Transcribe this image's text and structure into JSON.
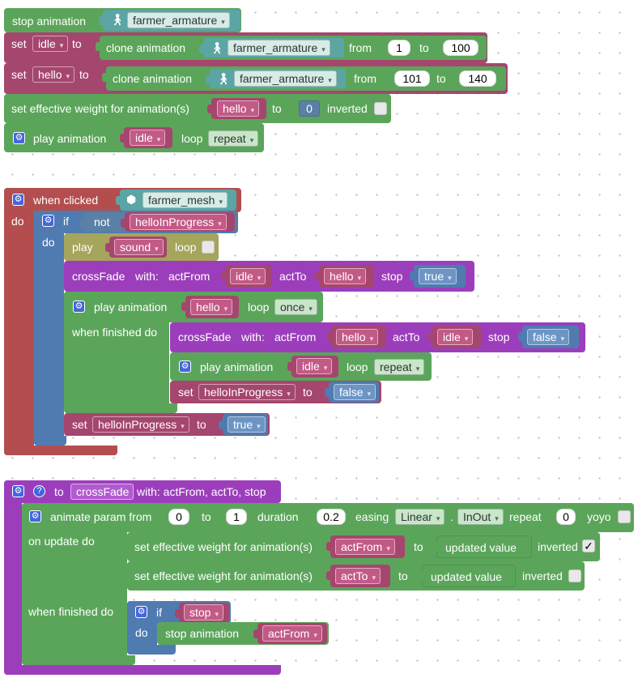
{
  "stack1": {
    "stop_animation": "stop animation",
    "armature": "farmer_armature",
    "set": "set",
    "to": "to",
    "var_idle": "idle",
    "var_hello": "hello",
    "clone_animation": "clone animation",
    "from": "from",
    "v1_from": "1",
    "v1_to": "100",
    "v2_from": "101",
    "v2_to": "140",
    "set_weight": "set effective weight for animation(s)",
    "weight": "0",
    "inverted": "inverted",
    "play_animation": "play animation",
    "loop": "loop",
    "repeat": "repeat"
  },
  "stack2": {
    "when_clicked": "when clicked",
    "mesh": "farmer_mesh",
    "do": "do",
    "if": "if",
    "not": "not",
    "var_progress": "helloInProgress",
    "play": "play",
    "sound": "sound",
    "loop": "loop",
    "crossfade": "crossFade",
    "with": "with:",
    "actfrom": "actFrom",
    "actto": "actTo",
    "stop": "stop",
    "idle": "idle",
    "hello": "hello",
    "true": "true",
    "false": "false",
    "play_animation": "play animation",
    "once": "once",
    "repeat": "repeat",
    "when_finished_do": "when finished do",
    "set": "set",
    "to": "to"
  },
  "stack3": {
    "to": "to",
    "fn_name": "crossFade",
    "params": "with: actFrom, actTo, stop",
    "animate_param_from": "animate param from",
    "from_val": "0",
    "to_label": "to",
    "to_val": "1",
    "duration": "duration",
    "duration_val": "0.2",
    "easing": "easing",
    "easing_type": "Linear",
    "dot": ".",
    "easing_mode": "InOut",
    "repeat": "repeat",
    "repeat_val": "0",
    "yoyo": "yoyo",
    "on_update_do": "on update do",
    "set_weight": "set effective weight for animation(s)",
    "actfrom": "actFrom",
    "actto": "actTo",
    "updated_value": "updated value",
    "inverted": "inverted",
    "when_finished_do": "when finished do",
    "if": "if",
    "stop": "stop",
    "do": "do",
    "stop_animation": "stop animation"
  },
  "icons": {
    "gear": "gear-icon",
    "question": "question-icon",
    "walker": "person-walking-icon",
    "cube": "cube-icon",
    "check": "✓"
  },
  "colors": {
    "green": "#5ba55b",
    "magenta": "#a5466e",
    "purple": "#9c3ebc",
    "teal": "#5ba5a5",
    "blue": "#4f7bb0",
    "red": "#b44e4e",
    "olive": "#a5a55b"
  }
}
